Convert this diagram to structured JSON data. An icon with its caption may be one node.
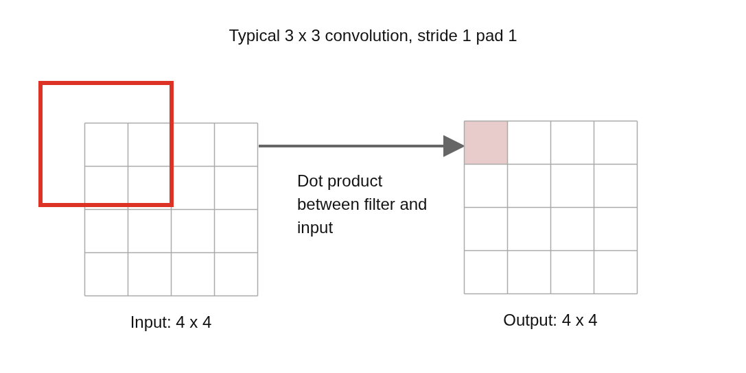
{
  "diagram": {
    "title": "Typical 3 x 3 convolution, stride 1 pad 1",
    "nodes": [
      {
        "text": [],
        "shape": "box"
      },
      {
        "text": [],
        "shape": "grid",
        "beside": [
          "Input: 4 x 4"
        ]
      },
      {
        "text": [],
        "shape": "grid",
        "beside": [
          "Output: 4 x 4"
        ]
      }
    ],
    "edges": [
      {
        "from": 1,
        "to": 2,
        "arrow": "to",
        "label": "Dot product between filter and input"
      }
    ]
  }
}
